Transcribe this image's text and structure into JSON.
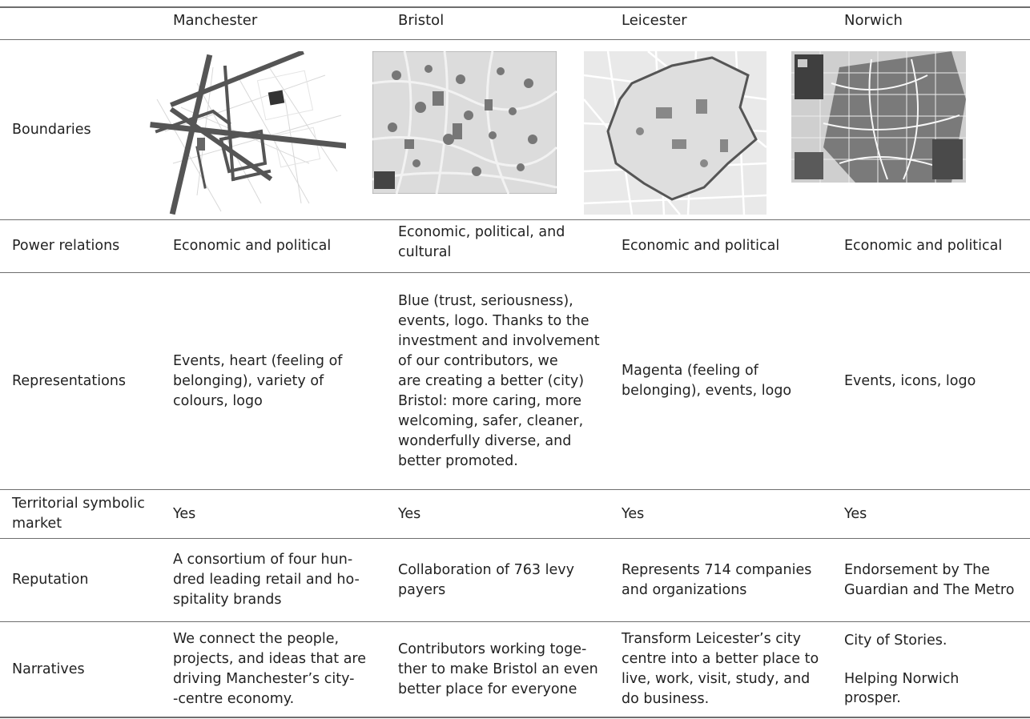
{
  "columns": [
    "",
    "Manchester",
    "Bristol",
    "Leicester",
    "Norwich"
  ],
  "rows": [
    {
      "label": "Boundaries",
      "cells": [
        "",
        "",
        "",
        ""
      ]
    },
    {
      "label": "Power relations",
      "cells": [
        "Economic and political",
        "Economic, political, and\ncultural",
        "Economic and political",
        "Economic and political"
      ]
    },
    {
      "label": "Representations",
      "cells": [
        "Events, heart (feeling of\nbelonging), variety of\ncolours, logo",
        "Blue (trust, seriousness),\nevents, logo. Thanks to the\ninvestment and involvement\nof our contributors, we\nare creating a better (city)\nBristol: more caring, more\nwelcoming, safer, cleaner,\nwonderfully diverse, and\nbetter promoted.",
        "Magenta (feeling of\nbelonging), events, logo",
        "Events, icons, logo"
      ]
    },
    {
      "label": "Territorial symbolic\nmarket",
      "cells": [
        "Yes",
        "Yes",
        "Yes",
        "Yes"
      ]
    },
    {
      "label": "Reputation",
      "cells": [
        "A consortium of four hun-\ndred leading retail and ho-\nspitality brands",
        "Collaboration of 763 levy\npayers",
        "Represents 714 companies\nand organizations",
        "Endorsement by The\nGuardian and The Metro"
      ]
    },
    {
      "label": "Narratives",
      "cells": [
        "We connect the people,\nprojects, and ideas that are\ndriving Manchester’s city-\n-centre economy.",
        "Contributors working toge-\nther to make Bristol an even\nbetter place for everyone",
        "Transform Leicester’s city\ncentre into a better place to\nlive, work, visit, study, and\ndo business.",
        "City of Stories.\n\nHelping Norwich\nprosper."
      ]
    }
  ],
  "maps": [
    {
      "city": "Manchester",
      "image": "manchester-boundary-map"
    },
    {
      "city": "Bristol",
      "image": "bristol-boundary-map"
    },
    {
      "city": "Leicester",
      "image": "leicester-boundary-map"
    },
    {
      "city": "Norwich",
      "image": "norwich-boundary-map"
    }
  ]
}
